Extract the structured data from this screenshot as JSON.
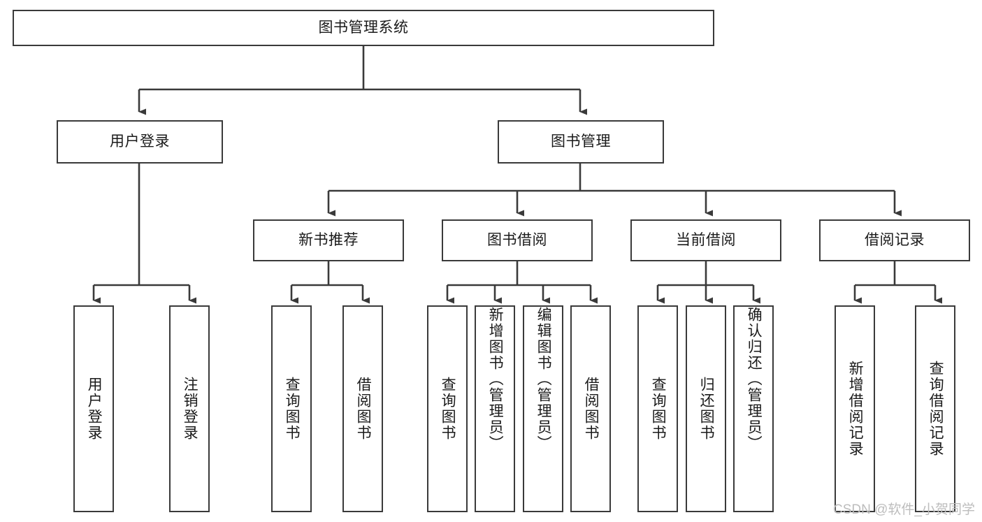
{
  "diagram": {
    "title": "图书管理系统",
    "type": "tree-hierarchy",
    "background_color": "#ffffff",
    "line_color": "#3a3a3a",
    "text_color": "#1a1a1a"
  },
  "nodes": {
    "root": {
      "label": "图书管理系统"
    },
    "level2": [
      {
        "id": "user-login",
        "label": "用户登录"
      },
      {
        "id": "book-manage",
        "label": "图书管理"
      }
    ],
    "level3": [
      {
        "id": "new-book-rec",
        "label": "新书推荐"
      },
      {
        "id": "book-borrow",
        "label": "图书借阅"
      },
      {
        "id": "current-borrow",
        "label": "当前借阅"
      },
      {
        "id": "borrow-record",
        "label": "借阅记录"
      }
    ],
    "leaves": {
      "user_login": [
        {
          "id": "leaf-user-login",
          "label": "用户登录"
        },
        {
          "id": "leaf-logout",
          "label": "注销登录"
        }
      ],
      "new_book_rec": [
        {
          "id": "leaf-query-book-1",
          "label": "查询图书"
        },
        {
          "id": "leaf-borrow-book-1",
          "label": "借阅图书"
        }
      ],
      "book_borrow": [
        {
          "id": "leaf-query-book-2",
          "label": "查询图书"
        },
        {
          "id": "leaf-add-book",
          "label": "新增图书（管理员）"
        },
        {
          "id": "leaf-edit-book",
          "label": "编辑图书（管理员）"
        },
        {
          "id": "leaf-borrow-book-2",
          "label": "借阅图书"
        }
      ],
      "current_borrow": [
        {
          "id": "leaf-query-book-3",
          "label": "查询图书"
        },
        {
          "id": "leaf-return-book",
          "label": "归还图书"
        },
        {
          "id": "leaf-confirm-return",
          "label": "确认归还（管理员）"
        }
      ],
      "borrow_record": [
        {
          "id": "leaf-add-record",
          "label": "新增借阅记录"
        },
        {
          "id": "leaf-query-record",
          "label": "查询借阅记录"
        }
      ]
    }
  },
  "watermark": {
    "text": "CSDN @软件_小贺同学"
  }
}
